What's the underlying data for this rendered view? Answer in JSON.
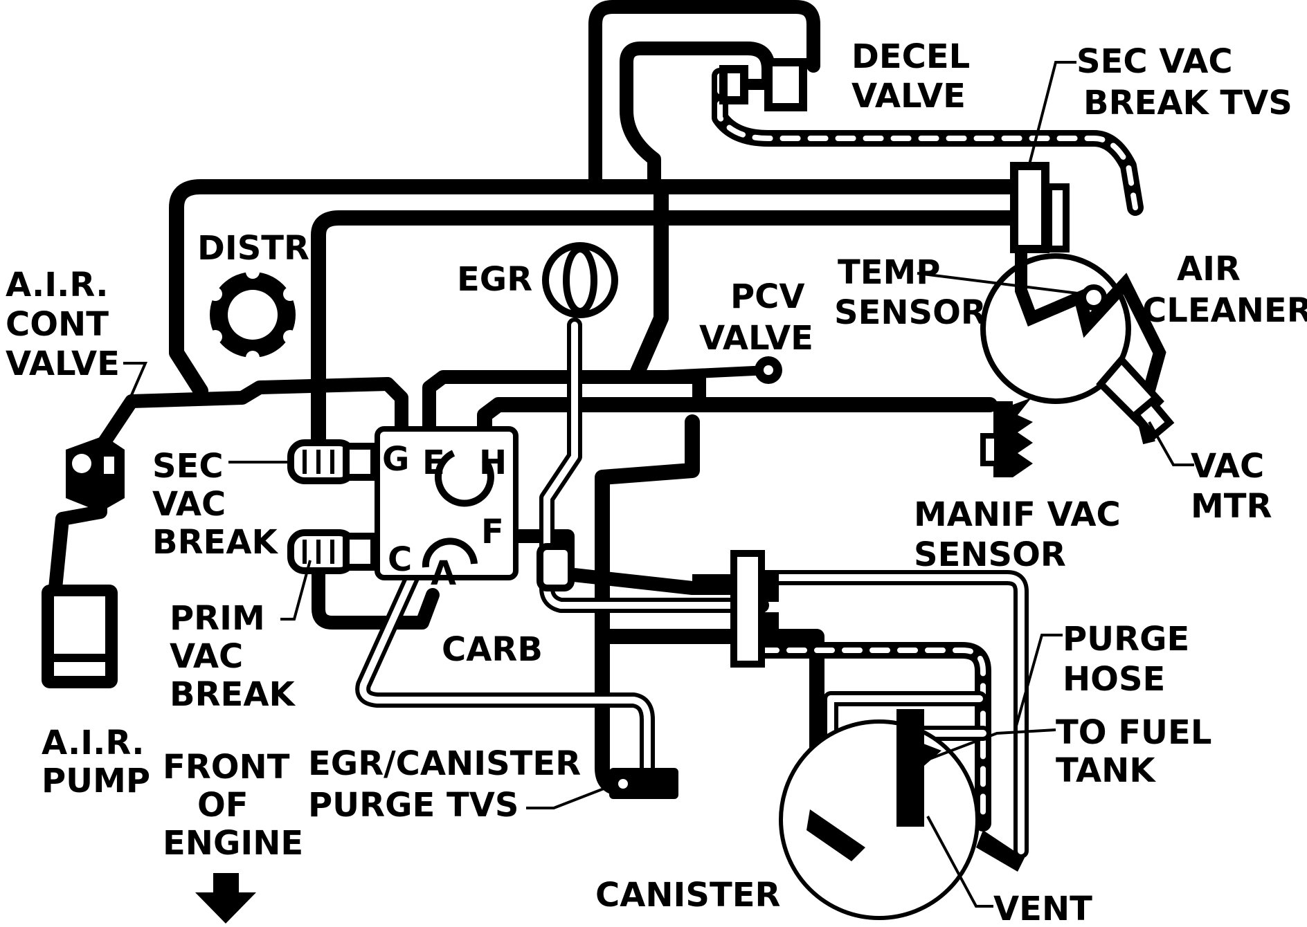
{
  "labels": {
    "decel_valve": [
      "DECEL",
      "VALVE"
    ],
    "sec_vac_break_tvs": [
      "SEC VAC",
      "BREAK TVS"
    ],
    "distr": [
      "DISTR"
    ],
    "egr": [
      "EGR"
    ],
    "pcv_valve": [
      "PCV",
      "VALVE"
    ],
    "temp_sensor": [
      "TEMP",
      "SENSOR"
    ],
    "air_cleaner": [
      "AIR",
      "CLEANER"
    ],
    "air_cont_valve": [
      "A.I.R.",
      "CONT",
      "VALVE"
    ],
    "sec_vac_break": [
      "SEC",
      "VAC",
      "BREAK"
    ],
    "vac_mtr": [
      "VAC",
      "MTR"
    ],
    "manif_vac_sensor": [
      "MANIF VAC",
      "SENSOR"
    ],
    "prim_vac_break": [
      "PRIM",
      "VAC",
      "BREAK"
    ],
    "carb": [
      "CARB"
    ],
    "purge_hose": [
      "PURGE",
      "HOSE"
    ],
    "to_fuel_tank": [
      "TO FUEL",
      "TANK"
    ],
    "air_pump": [
      "A.I.R.",
      "PUMP"
    ],
    "front_of_engine": [
      "FRONT",
      "OF",
      "ENGINE"
    ],
    "egr_canister_purge_tvs": [
      "EGR/CANISTER",
      "PURGE TVS"
    ],
    "canister": [
      "CANISTER"
    ],
    "vent": [
      "VENT"
    ]
  },
  "carb_ports": {
    "g": "G",
    "e": "E",
    "h": "H",
    "f": "F",
    "c": "C",
    "a": "A"
  },
  "colors": {
    "ink": "#000000",
    "paper": "#ffffff"
  }
}
